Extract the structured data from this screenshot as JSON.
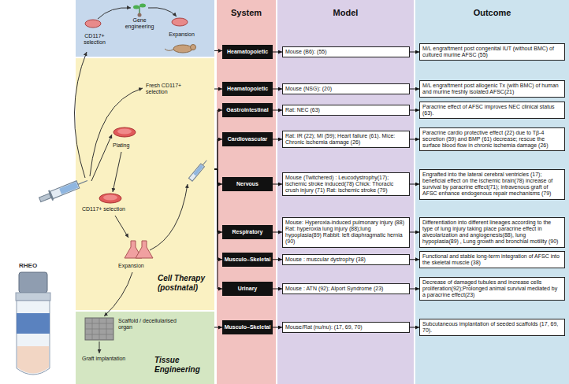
{
  "diagram": {
    "nodes": [
      {
        "text": [
          "Gene engineering",
          "CD117+ selection",
          "Expansion"
        ]
      },
      {
        "text": [
          "Fresh CD117+ selection",
          "Plating",
          "CD117+ selection",
          "Expansion",
          "Cell Therapy (postnatal)"
        ]
      },
      {
        "text": [
          "Scaffold / decellularised organ",
          "Graft implantation",
          "Tissue Engineering"
        ]
      },
      {
        "text": [
          "System"
        ]
      },
      {
        "text": [
          "Model"
        ]
      },
      {
        "text": [
          "Outcome"
        ]
      },
      {
        "text": [
          "Heamatopoietic"
        ],
        "in": 3
      },
      {
        "text": [
          "Mouse (B6): (55)"
        ],
        "in": 4
      },
      {
        "text": [
          "M/L engraftment post congenital IUT (without BMC) of cultured murine AFSC (55)"
        ],
        "in": 5
      },
      {
        "text": [
          "Heamatopoietic"
        ],
        "in": 3
      },
      {
        "text": [
          "Mouse (NSG): (20)"
        ],
        "in": 4
      },
      {
        "text": [
          "M/L engraftment post allogenic Tx (with BMC) of human and murine freshly isolated AFSC(21)"
        ],
        "in": 5
      },
      {
        "text": [
          "Gastrointestinal"
        ],
        "in": 3
      },
      {
        "text": [
          "Rat: NEC (63)"
        ],
        "in": 4
      },
      {
        "text": [
          "Paracrine effect of AFSC improves NEC clinical status (63)."
        ],
        "in": 5
      },
      {
        "text": [
          "Cardiovascular"
        ],
        "in": 3
      },
      {
        "text": [
          "Rat: IR (22); MI (59); Heart failure (61). Mice: Chronic ischemia damage (26)"
        ],
        "in": 4
      },
      {
        "text": [
          "Paracrine cardio protective effect (22) due to Tβ-4 secretion (59) and BMP (61) decrease; rescue the surface blood flow in chronic ischemia damage (26)"
        ],
        "in": 5
      },
      {
        "text": [
          "Nervous"
        ],
        "in": 3
      },
      {
        "text": [
          "Mouse (Twitchered) : Leucodystrophy(17); ischemic stroke induced(78) Chick: Thoracic crush injury (71) Rat: ischemic stroke (79)"
        ],
        "in": 4
      },
      {
        "text": [
          "Engrafted into the lateral cerebral ventricles (17); beneficial effect on the ischemic brain(78) increase of survival by paracrine effect(71); intravenous graft of AFSC enhance endogenous repair mechanisms (79)"
        ],
        "in": 5
      },
      {
        "text": [
          "Respiratory"
        ],
        "in": 3
      },
      {
        "text": [
          "Mouse: Hyperoxia-induced pulmonary injury (88) Rat: hyperoxia lung injury (88);lung hypoplasia(89) Rabbit: left diaphragmatic hernia (90)"
        ],
        "in": 4
      },
      {
        "text": [
          "Differentiation into different lineages according to the type of lung injury taking place paracrine effect in alveolarization and angiogenesis(88), lung hypoplasia(89) , Lung growth and bronchial motility (90)"
        ],
        "in": 5
      },
      {
        "text": [
          "Musculo–Skeletal"
        ],
        "in": 3
      },
      {
        "text": [
          "Mouse : muscular dystrophy (38)"
        ],
        "in": 4
      },
      {
        "text": [
          "Functional and stable long-term integration of AFSC into the skeletal muscle (38)"
        ],
        "in": 5
      },
      {
        "text": [
          "Urinary"
        ],
        "in": 3
      },
      {
        "text": [
          "Mouse : ATN (92); Alport Syndrome (23)"
        ],
        "in": 4
      },
      {
        "text": [
          "Decrease of damaged tubules and increase cells proliferation(92);Prolonged animal survival mediated by a paracrine effect(23)"
        ],
        "in": 5
      },
      {
        "text": [
          "Musculo–Skeletal"
        ],
        "in": 3
      },
      {
        "text": [
          "Mouse/Rat (nu/nu): (17, 69, 70)"
        ],
        "in": 4
      },
      {
        "text": [
          "Subcutaneous implantation of seeded scaffolds (17, 69, 70)."
        ],
        "in": 5
      }
    ],
    "edges": [
      {
        "from": 0,
        "to": 6,
        "arrow": "to"
      },
      {
        "from": 1,
        "to": 9,
        "arrow": "to"
      },
      {
        "from": 1,
        "to": 12,
        "arrow": "to"
      },
      {
        "from": 1,
        "to": 15,
        "arrow": "to"
      },
      {
        "from": 1,
        "to": 18,
        "arrow": "to"
      },
      {
        "from": 1,
        "to": 21,
        "arrow": "to"
      },
      {
        "from": 1,
        "to": 24,
        "arrow": "to"
      },
      {
        "from": 1,
        "to": 27,
        "arrow": "to"
      },
      {
        "from": 2,
        "to": 30,
        "arrow": "to"
      },
      {
        "from": 6,
        "to": 7,
        "arrow": "to"
      },
      {
        "from": 7,
        "to": 8,
        "arrow": "to"
      },
      {
        "from": 9,
        "to": 10,
        "arrow": "to"
      },
      {
        "from": 10,
        "to": 11,
        "arrow": "to"
      },
      {
        "from": 12,
        "to": 13,
        "arrow": "to"
      },
      {
        "from": 13,
        "to": 14,
        "arrow": "to"
      },
      {
        "from": 15,
        "to": 16,
        "arrow": "to"
      },
      {
        "from": 16,
        "to": 17,
        "arrow": "to"
      },
      {
        "from": 18,
        "to": 19,
        "arrow": "to"
      },
      {
        "from": 19,
        "to": 20,
        "arrow": "to"
      },
      {
        "from": 21,
        "to": 22,
        "arrow": "to"
      },
      {
        "from": 22,
        "to": 23,
        "arrow": "to"
      },
      {
        "from": 24,
        "to": 25,
        "arrow": "to"
      },
      {
        "from": 25,
        "to": 26,
        "arrow": "to"
      },
      {
        "from": 27,
        "to": 28,
        "arrow": "to"
      },
      {
        "from": 28,
        "to": 29,
        "arrow": "to"
      },
      {
        "from": 30,
        "to": 31,
        "arrow": "to"
      },
      {
        "from": 31,
        "to": 32,
        "arrow": "to"
      }
    ],
    "labels": [
      "RHEO"
    ]
  }
}
